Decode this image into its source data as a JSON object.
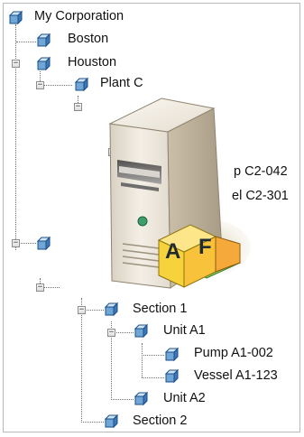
{
  "tree": {
    "nodes": [
      {
        "id": "root",
        "label": "My Corporation",
        "icon": "asset-element-icon"
      },
      {
        "id": "boston",
        "label": "Boston",
        "icon": "asset-element-icon"
      },
      {
        "id": "houston",
        "label": "Houston",
        "icon": "asset-element-icon"
      },
      {
        "id": "plant_c",
        "label": "Plant C",
        "icon": "asset-element-icon"
      },
      {
        "id": "pump_c",
        "label": "p C2-042",
        "icon": "asset-element-icon"
      },
      {
        "id": "vessel_c",
        "label": "el C2-301",
        "icon": "asset-element-icon"
      },
      {
        "id": "section1",
        "label": "Section 1",
        "icon": "asset-element-icon"
      },
      {
        "id": "unit_a1",
        "label": "Unit A1",
        "icon": "asset-element-icon"
      },
      {
        "id": "pump_a1",
        "label": "Pump A1-002",
        "icon": "asset-element-icon"
      },
      {
        "id": "vessel_a1",
        "label": "Vessel A1-123",
        "icon": "asset-element-icon"
      },
      {
        "id": "unit_a2",
        "label": "Unit A2",
        "icon": "asset-element-icon"
      },
      {
        "id": "section2",
        "label": "Section 2",
        "icon": "asset-element-icon"
      }
    ],
    "collapse_glyph": "−"
  },
  "badge": {
    "letters": [
      "A",
      "F"
    ],
    "icon": "asset-framework-badge-icon"
  },
  "server_icon": "server-tower-icon"
}
